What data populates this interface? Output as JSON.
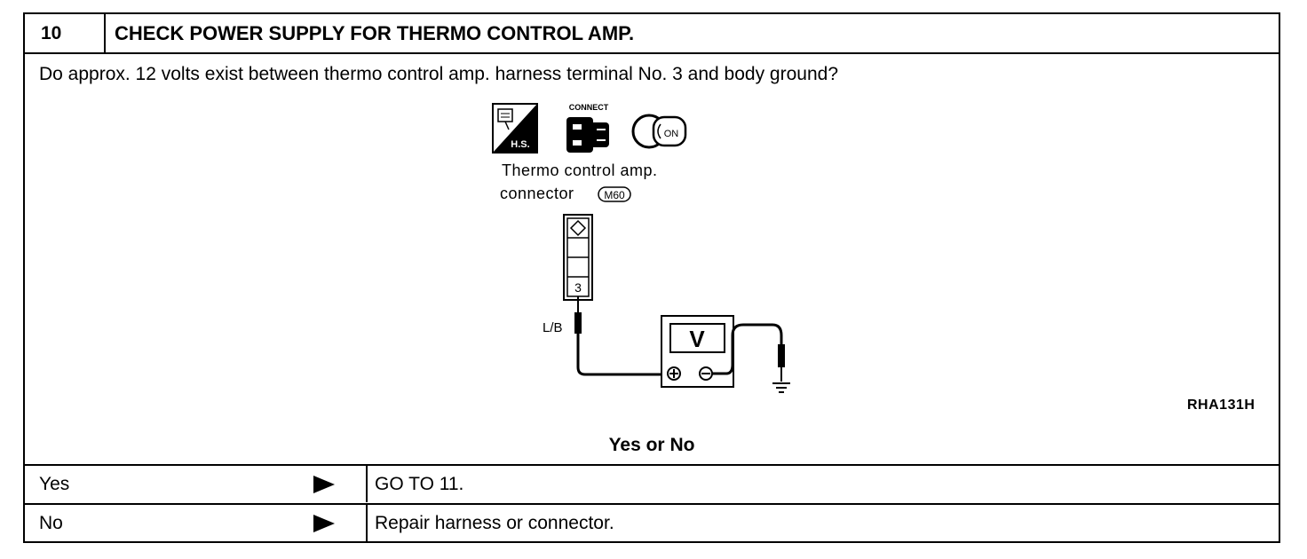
{
  "step": {
    "number": "10",
    "title": "CHECK POWER SUPPLY FOR THERMO CONTROL AMP."
  },
  "question": "Do approx. 12 volts exist between thermo control amp. harness terminal No. 3 and body ground?",
  "diagram": {
    "icons": [
      "harness-side-icon",
      "connect-icon",
      "ignition-on-icon"
    ],
    "icon_labels": {
      "hs": "H.S.",
      "connect": "CONNECT",
      "on": "ON"
    },
    "connector_label_line1": "Thermo control amp.",
    "connector_label_line2": "connector",
    "connector_id": "M60",
    "terminal": "3",
    "wire_color": "L/B",
    "meter_symbol": "V",
    "figure_code": "RHA131H"
  },
  "result_heading": "Yes or No",
  "results": [
    {
      "answer": "Yes",
      "action": "GO TO 11."
    },
    {
      "answer": "No",
      "action": "Repair harness or connector."
    }
  ]
}
